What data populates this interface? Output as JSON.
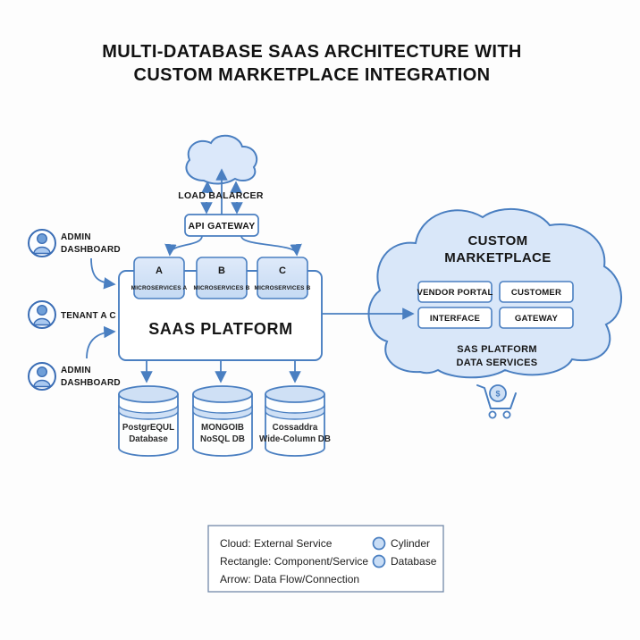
{
  "title": {
    "line1": "MULTI-DATABASE SAAS ARCHITECTURE WITH",
    "line2": "CUSTOM MARKETPLACE INTEGRATION"
  },
  "colors": {
    "accent_blue": "#4a7fc1",
    "cloud_fill": "#d9e7f9",
    "box_fill_light": "#cfe0f5",
    "text_dark": "#141414"
  },
  "load_balancer": {
    "label": "LOAD BALARCER"
  },
  "api_gateway": {
    "label": "API GATEWAY"
  },
  "microservices": [
    {
      "letter": "A",
      "label": "MICROSERVICES A"
    },
    {
      "letter": "B",
      "label": "MICROSERVICES B"
    },
    {
      "letter": "C",
      "label": "MICROSERVICES B"
    }
  ],
  "saas_platform": {
    "label": "SAAS PLATFORM"
  },
  "users": [
    {
      "line1": "ADMIN",
      "line2": "DASHBOARD"
    },
    {
      "line1": "TENANT A C",
      "line2": ""
    },
    {
      "line1": "ADMIN",
      "line2": "DASHBOARD"
    }
  ],
  "databases": [
    {
      "line1": "PostgrEQUL",
      "line2": "Database"
    },
    {
      "line1": "MONGOIB",
      "line2": "NoSQL DB"
    },
    {
      "line1": "Cossaddra",
      "line2": "Wide-Column DB"
    }
  ],
  "marketplace": {
    "title_line1": "CUSTOM",
    "title_line2": "MARKETPLACE",
    "boxes": [
      {
        "label": "VENDOR PORTAL"
      },
      {
        "label": "CUSTOMER"
      },
      {
        "label": "INTERFACE"
      },
      {
        "label": "GATEWAY"
      }
    ],
    "subtitle_line1": "SAS PLATFORM",
    "subtitle_line2": "DATA SERVICES",
    "cart_currency": "$"
  },
  "legend": {
    "rows": [
      {
        "label": "Cloud: External Service"
      },
      {
        "label": "Rectangle: Component/Service"
      },
      {
        "label": "Arrow: Data Flow/Connection"
      }
    ],
    "symbols": [
      {
        "label": "Cylinder"
      },
      {
        "label": "Database"
      }
    ]
  }
}
